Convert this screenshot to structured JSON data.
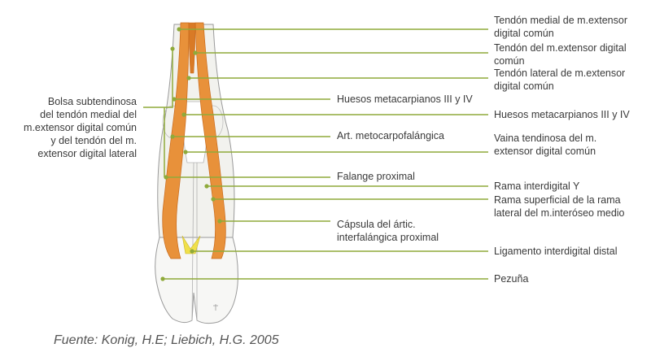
{
  "colors": {
    "leader_line": "#8faa3a",
    "leader_dot": "#8faa3a",
    "tendon": "#e8913a",
    "tendon_dark": "#c86a1c",
    "outline": "#9a9a9a",
    "bone": "#f2f2ee",
    "ligament": "#f0e04a",
    "text": "#3a3a3a"
  },
  "labels": {
    "tendon_medial": "Tendón medial de m.extensor\ndigital común",
    "tendon_ext_digital": "Tendón del m.extensor digital\ncomún",
    "tendon_lateral": "Tendón lateral de m.extensor\ndigital común",
    "metacarpal_mid": "Huesos metacarpianos III y IV",
    "metacarpal_right": "Huesos metacarpianos III y IV",
    "art_metacarpo": "Art. metocarpofalángica",
    "vaina": "Vaina tendinosa del m.\nextensor digital común",
    "falange": "Falange proximal",
    "rama_interdigital": "Rama interdigital Y",
    "rama_superficial": "Rama superficial de la rama\nlateral del m.interóseo medio",
    "capsula": "Cápsula del ártic.\ninterfalángica proximal",
    "ligamento": "Ligamento interdigital distal",
    "pezuna": "Pezuña",
    "bolsa": "Bolsa subtendinosa\ndel tendón medial del\nm.extensor digital común\ny del tendón del m.\nextensor digital lateral"
  },
  "source": "Fuente: Konig, H.E; Liebich, H.G. 2005"
}
